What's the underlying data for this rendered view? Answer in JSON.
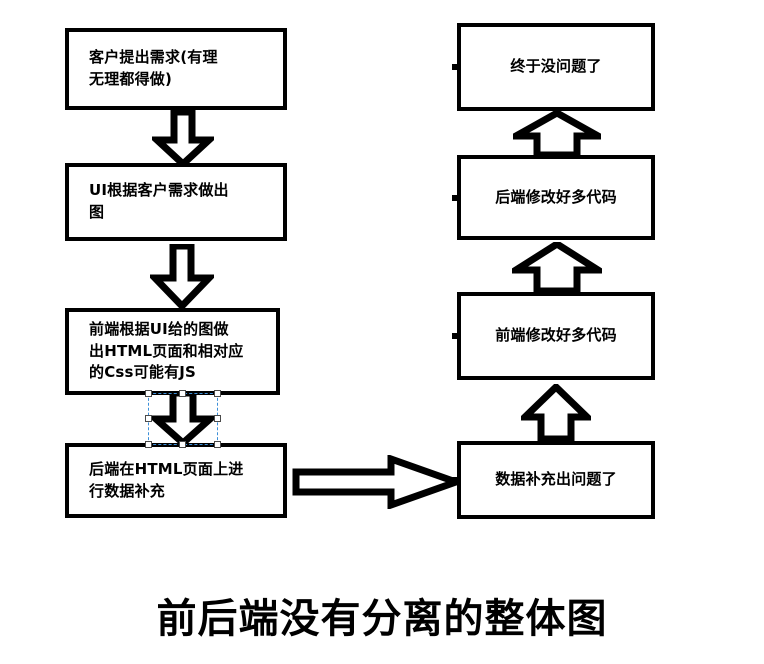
{
  "diagram": {
    "caption": "前后端没有分离的整体图",
    "left_column": [
      {
        "id": "client-requirements",
        "text": "客户提出需求(有理\n无理都得做)",
        "align": "left"
      },
      {
        "id": "ui-design",
        "text": "UI根据客户需求做出\n图",
        "align": "left"
      },
      {
        "id": "frontend-build",
        "text": "前端根据UI给的图做\n出HTML页面和相对应\n的Css可能有JS",
        "align": "left"
      },
      {
        "id": "backend-fill-data",
        "text": "后端在HTML页面上进\n行数据补充",
        "align": "left"
      }
    ],
    "right_column": [
      {
        "id": "finally-ok",
        "text": "终于没问题了",
        "align": "center"
      },
      {
        "id": "backend-rework",
        "text": "后端修改好多代码",
        "align": "center"
      },
      {
        "id": "frontend-rework",
        "text": "前端修改好多代码",
        "align": "center"
      },
      {
        "id": "data-fill-problem",
        "text": "数据补充出问题了",
        "align": "center"
      }
    ],
    "arrows": [
      {
        "id": "arrow-down-1",
        "direction": "down",
        "selected": false
      },
      {
        "id": "arrow-down-2",
        "direction": "down",
        "selected": false
      },
      {
        "id": "arrow-down-3",
        "direction": "down",
        "selected": true
      },
      {
        "id": "arrow-right-1",
        "direction": "right",
        "selected": false
      },
      {
        "id": "arrow-up-1",
        "direction": "up",
        "selected": false
      },
      {
        "id": "arrow-up-2",
        "direction": "up",
        "selected": false
      },
      {
        "id": "arrow-up-3",
        "direction": "up",
        "selected": false
      }
    ],
    "colors": {
      "outline": "#000000",
      "fill": "#ffffff",
      "selection": "#3d8fd8"
    }
  }
}
